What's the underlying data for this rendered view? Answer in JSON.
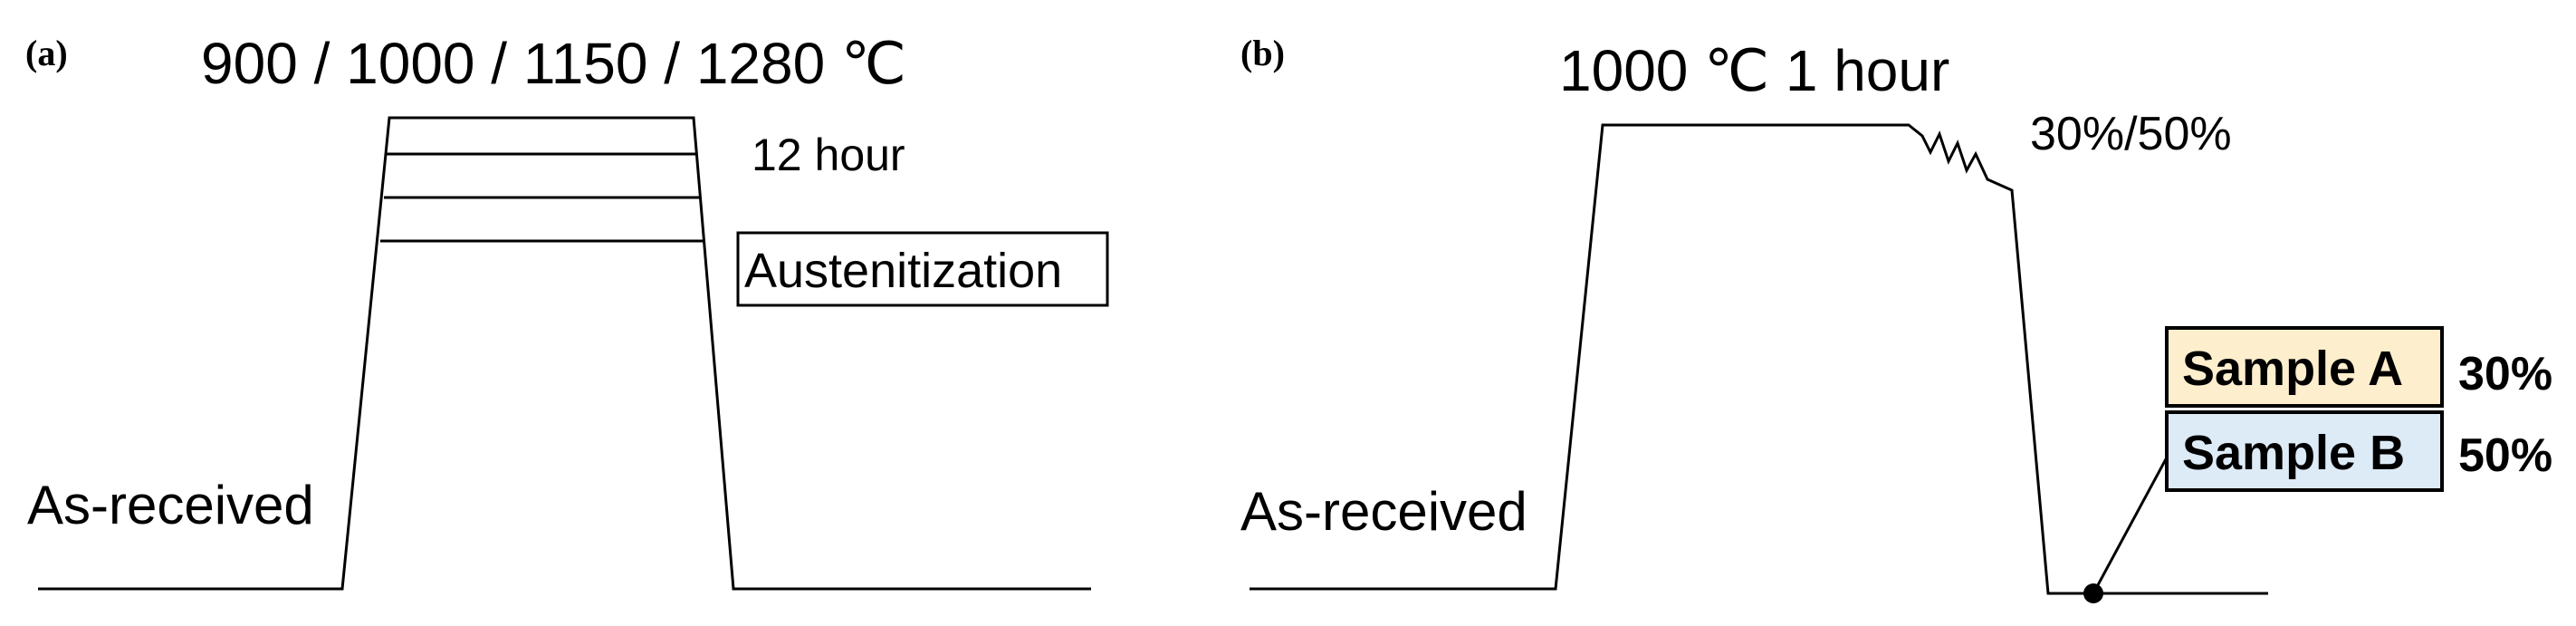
{
  "panel_a": {
    "label": "(a)",
    "temperatures": "900 / 1000 / 1150 / 1280 ℃",
    "duration": "12 hour",
    "process_box": "Austenitization",
    "start_label": "As-received"
  },
  "panel_b": {
    "label": "(b)",
    "temperature_duration": "1000 ℃  1 hour",
    "reduction": "30%/50%",
    "start_label": "As-received",
    "samples": [
      {
        "name": "Sample A",
        "reduction": "30%",
        "color": "#fdeecd"
      },
      {
        "name": "Sample B",
        "reduction": "50%",
        "color": "#ddebf7"
      }
    ]
  }
}
